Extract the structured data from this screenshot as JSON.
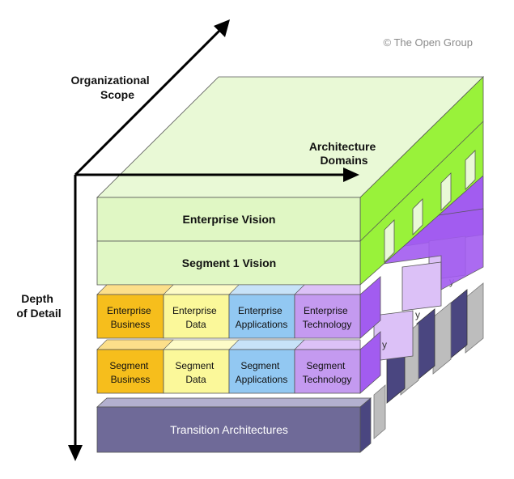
{
  "copyright": "© The Open Group",
  "axes": {
    "scope": [
      "Organizational",
      "Scope"
    ],
    "domains": [
      "Architecture",
      "Domains"
    ],
    "depth": [
      "Depth",
      "of Detail"
    ]
  },
  "layers": {
    "enterprise_vision": "Enterprise Vision",
    "segment_vision": "Segment 1 Vision",
    "enterprise_row": [
      [
        "Enterprise",
        "Business"
      ],
      [
        "Enterprise",
        "Data"
      ],
      [
        "Enterprise",
        "Applications"
      ],
      [
        "Enterprise",
        "Technology"
      ]
    ],
    "segment_row": [
      [
        "Segment",
        "Business"
      ],
      [
        "Segment",
        "Data"
      ],
      [
        "Segment",
        "Applications"
      ],
      [
        "Segment",
        "Technology"
      ]
    ],
    "transition": "Transition Architectures"
  },
  "colors": {
    "vision_front": "#e0f7c4",
    "vision_top": "#e9f9d6",
    "vision_side": "#99f23a",
    "business": "#f6be1c",
    "business_top": "#fcdf8a",
    "data": "#fbf89a",
    "data_top": "#fdfbc8",
    "applications": "#92c8f2",
    "applications_top": "#c7e2f8",
    "technology": "#c49af0",
    "technology_top": "#dcc1f7",
    "tech_side": "#a25cf0",
    "transition_front": "#6f6a98",
    "transition_top": "#b3b0cf",
    "transition_side": "#4a4680",
    "grey": "#bdbdbd"
  }
}
